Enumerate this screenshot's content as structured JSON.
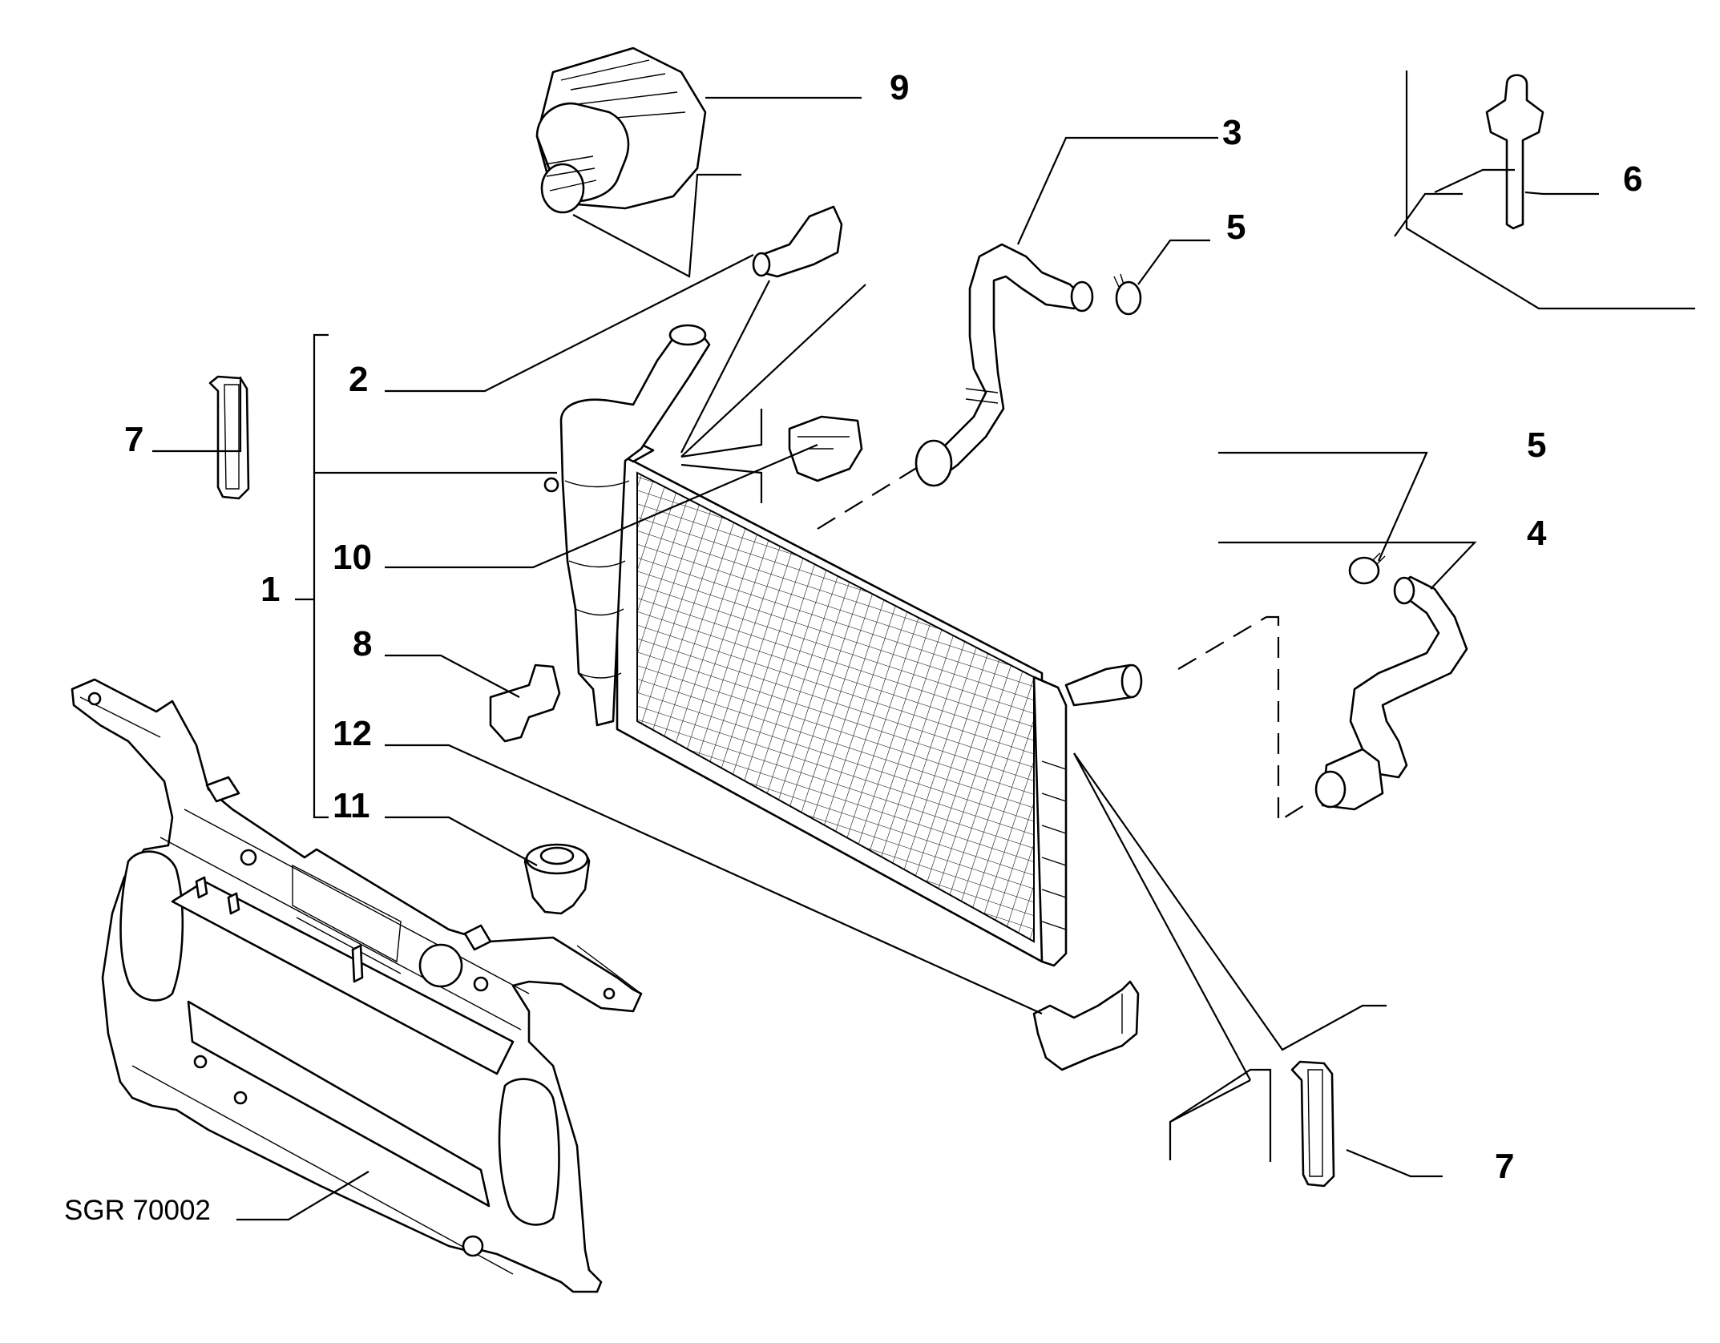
{
  "figure": {
    "reference_code": "SGR 70002",
    "callouts": [
      "1",
      "2",
      "3",
      "4",
      "5",
      "5",
      "6",
      "7",
      "7",
      "8",
      "9",
      "10",
      "11",
      "12"
    ],
    "parts": [
      "radiator-assembly",
      "expansion-tank",
      "hose-fitting",
      "upper-hose",
      "lower-hose",
      "hose-clamp",
      "push-rivet",
      "side-seal",
      "mounting-bracket",
      "tank-cap",
      "clip",
      "drain-plug",
      "lower-bracket",
      "front-panel-frame"
    ]
  }
}
